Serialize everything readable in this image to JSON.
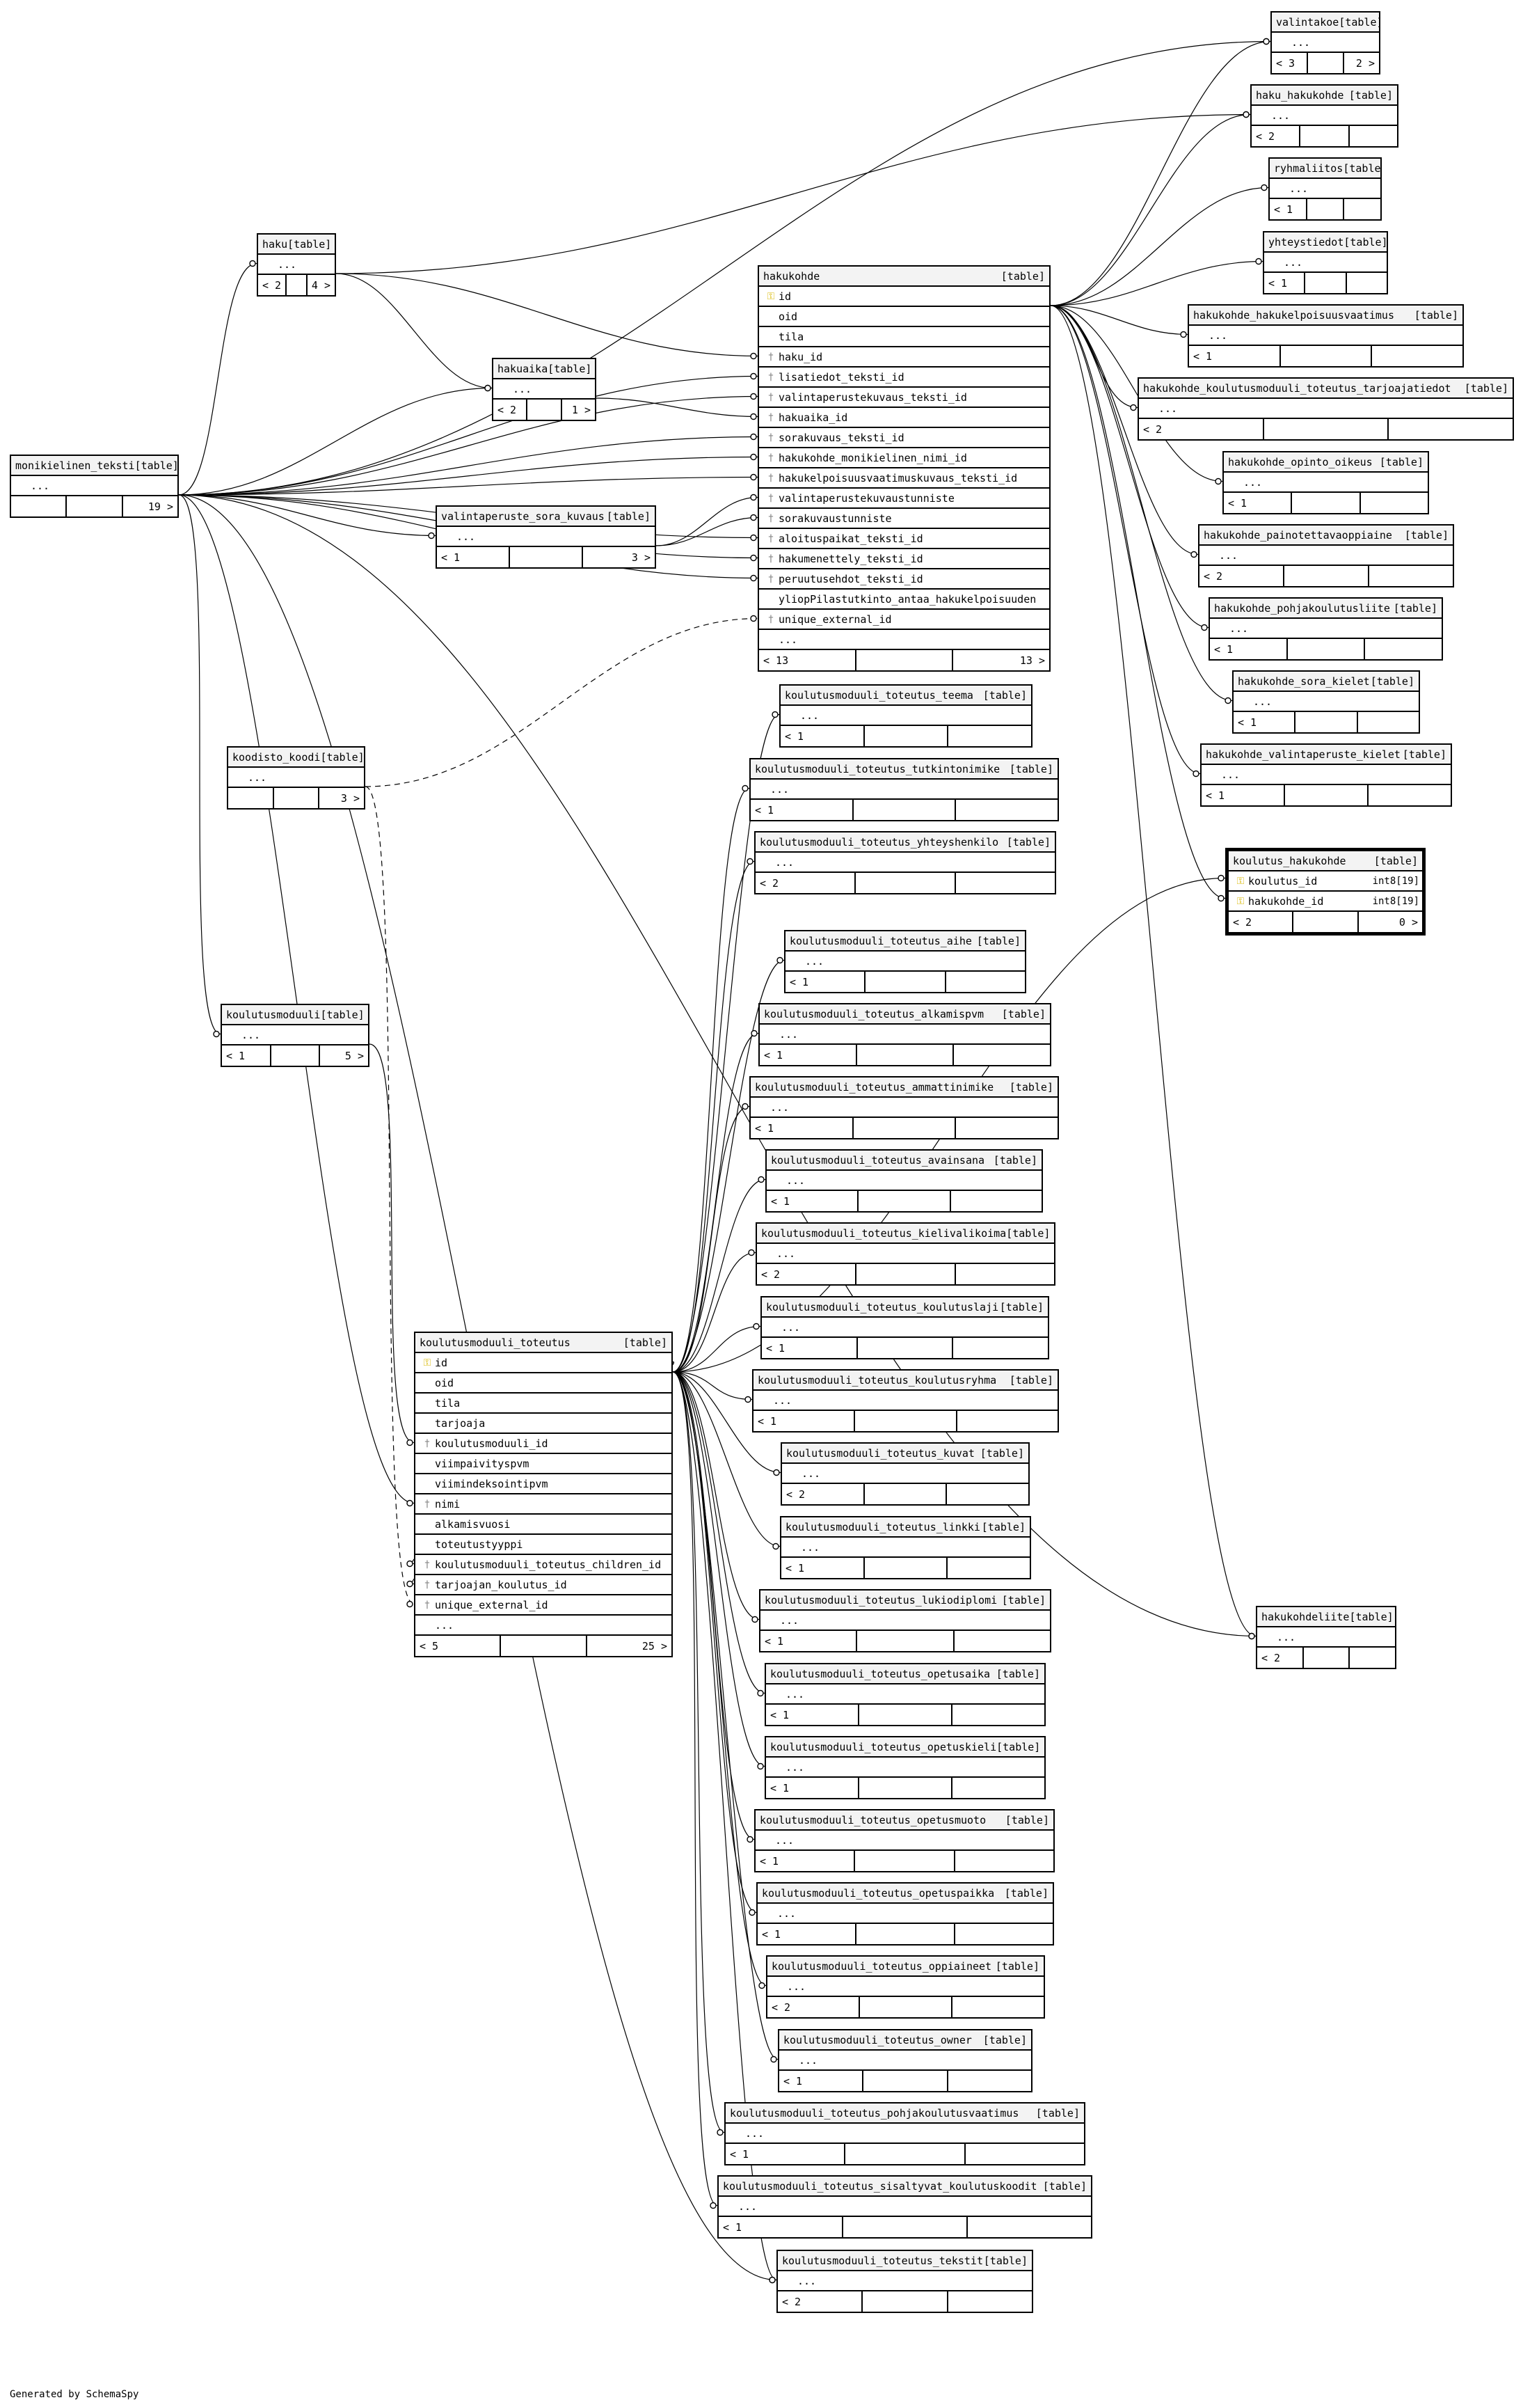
{
  "footer_note": "Generated by SchemaSpy",
  "tables": [
    {
      "id": "valintakoe",
      "name": "valintakoe",
      "tag": "[table]",
      "columns": [
        {
          "name": "...",
          "key": ""
        }
      ],
      "parents": "< 3",
      "children": "2 >"
    },
    {
      "id": "haku_hakukohde",
      "name": "haku_hakukohde",
      "tag": "[table]",
      "columns": [
        {
          "name": "...",
          "key": ""
        }
      ],
      "parents": "< 2",
      "children": ""
    },
    {
      "id": "ryhmaliitos",
      "name": "ryhmaliitos",
      "tag": "[table]",
      "columns": [
        {
          "name": "...",
          "key": ""
        }
      ],
      "parents": "< 1",
      "children": ""
    },
    {
      "id": "yhteystiedot",
      "name": "yhteystiedot",
      "tag": "[table]",
      "columns": [
        {
          "name": "...",
          "key": ""
        }
      ],
      "parents": "< 1",
      "children": ""
    },
    {
      "id": "hk_kelpoisuus",
      "name": "hakukohde_hakukelpoisuusvaatimus",
      "tag": "[table]",
      "columns": [
        {
          "name": "...",
          "key": ""
        }
      ],
      "parents": "< 1",
      "children": ""
    },
    {
      "id": "hk_tarjoaja",
      "name": "hakukohde_koulutusmoduuli_toteutus_tarjoajatiedot",
      "tag": "[table]",
      "columns": [
        {
          "name": "...",
          "key": ""
        }
      ],
      "parents": "< 2",
      "children": ""
    },
    {
      "id": "hk_opinto",
      "name": "hakukohde_opinto_oikeus",
      "tag": "[table]",
      "columns": [
        {
          "name": "...",
          "key": ""
        }
      ],
      "parents": "< 1",
      "children": ""
    },
    {
      "id": "hk_painotettava",
      "name": "hakukohde_painotettavaoppiaine",
      "tag": "[table]",
      "columns": [
        {
          "name": "...",
          "key": ""
        }
      ],
      "parents": "< 2",
      "children": ""
    },
    {
      "id": "hk_pohja",
      "name": "hakukohde_pohjakoulutusliite",
      "tag": "[table]",
      "columns": [
        {
          "name": "...",
          "key": ""
        }
      ],
      "parents": "< 1",
      "children": ""
    },
    {
      "id": "hk_sora",
      "name": "hakukohde_sora_kielet",
      "tag": "[table]",
      "columns": [
        {
          "name": "...",
          "key": ""
        }
      ],
      "parents": "< 1",
      "children": ""
    },
    {
      "id": "hk_valinta",
      "name": "hakukohde_valintaperuste_kielet",
      "tag": "[table]",
      "columns": [
        {
          "name": "...",
          "key": ""
        }
      ],
      "parents": "< 1",
      "children": ""
    },
    {
      "id": "koulutus_hakukohde",
      "name": "koulutus_hakukohde",
      "tag": "[table]",
      "focus": true,
      "columns": [
        {
          "name": "koulutus_id",
          "key": "pk",
          "type": "int8[19]"
        },
        {
          "name": "hakukohde_id",
          "key": "pk",
          "type": "int8[19]"
        }
      ],
      "parents": "< 2",
      "children": "0 >"
    },
    {
      "id": "hakukohdeliite",
      "name": "hakukohdeliite",
      "tag": "[table]",
      "columns": [
        {
          "name": "...",
          "key": ""
        }
      ],
      "parents": "< 2",
      "children": ""
    },
    {
      "id": "haku",
      "name": "haku",
      "tag": "[table]",
      "columns": [
        {
          "name": "...",
          "key": ""
        }
      ],
      "parents": "< 2",
      "children": "4 >"
    },
    {
      "id": "hakuaika",
      "name": "hakuaika",
      "tag": "[table]",
      "columns": [
        {
          "name": "...",
          "key": ""
        }
      ],
      "parents": "< 2",
      "children": "1 >"
    },
    {
      "id": "monikielinen",
      "name": "monikielinen_teksti",
      "tag": "[table]",
      "columns": [
        {
          "name": "...",
          "key": ""
        }
      ],
      "parents": "",
      "children": "19 >"
    },
    {
      "id": "sora_kuvaus",
      "name": "valintaperuste_sora_kuvaus",
      "tag": "[table]",
      "columns": [
        {
          "name": "...",
          "key": ""
        }
      ],
      "parents": "< 1",
      "children": "3 >"
    },
    {
      "id": "hakukohde",
      "name": "hakukohde",
      "tag": "[table]",
      "columns": [
        {
          "name": "id",
          "key": "pk"
        },
        {
          "name": "oid",
          "key": ""
        },
        {
          "name": "tila",
          "key": ""
        },
        {
          "name": "haku_id",
          "key": "fk"
        },
        {
          "name": "lisatiedot_teksti_id",
          "key": "fk"
        },
        {
          "name": "valintaperustekuvaus_teksti_id",
          "key": "fk"
        },
        {
          "name": "hakuaika_id",
          "key": "fk"
        },
        {
          "name": "sorakuvaus_teksti_id",
          "key": "fk"
        },
        {
          "name": "hakukohde_monikielinen_nimi_id",
          "key": "fk"
        },
        {
          "name": "hakukelpoisuusvaatimuskuvaus_teksti_id",
          "key": "fk"
        },
        {
          "name": "valintaperustekuvaustunniste",
          "key": "fk"
        },
        {
          "name": "sorakuvaustunniste",
          "key": "fk"
        },
        {
          "name": "aloituspaikat_teksti_id",
          "key": "fk"
        },
        {
          "name": "hakumenettely_teksti_id",
          "key": "fk"
        },
        {
          "name": "peruutusehdot_teksti_id",
          "key": "fk"
        },
        {
          "name": "yliopPilastutkinto_antaa_hakukelpoisuuden",
          "key": ""
        },
        {
          "name": "unique_external_id",
          "key": "fk"
        },
        {
          "name": "...",
          "key": ""
        }
      ],
      "parents": "< 13",
      "children": "13 >"
    },
    {
      "id": "koodisto",
      "name": "koodisto_koodi",
      "tag": "[table]",
      "columns": [
        {
          "name": "...",
          "key": ""
        }
      ],
      "parents": "",
      "children": "3 >"
    },
    {
      "id": "koulutusmoduuli",
      "name": "koulutusmoduuli",
      "tag": "[table]",
      "columns": [
        {
          "name": "...",
          "key": ""
        }
      ],
      "parents": "< 1",
      "children": "5 >"
    },
    {
      "id": "kmt",
      "name": "koulutusmoduuli_toteutus",
      "tag": "[table]",
      "columns": [
        {
          "name": "id",
          "key": "pk"
        },
        {
          "name": "oid",
          "key": ""
        },
        {
          "name": "tila",
          "key": ""
        },
        {
          "name": "tarjoaja",
          "key": ""
        },
        {
          "name": "koulutusmoduuli_id",
          "key": "fk"
        },
        {
          "name": "viimpaivityspvm",
          "key": ""
        },
        {
          "name": "viimindeksointipvm",
          "key": ""
        },
        {
          "name": "nimi",
          "key": "fk"
        },
        {
          "name": "alkamisvuosi",
          "key": ""
        },
        {
          "name": "toteutustyyppi",
          "key": ""
        },
        {
          "name": "koulutusmoduuli_toteutus_children_id",
          "key": "fk"
        },
        {
          "name": "tarjoajan_koulutus_id",
          "key": "fk"
        },
        {
          "name": "unique_external_id",
          "key": "fk"
        },
        {
          "name": "...",
          "key": ""
        }
      ],
      "parents": "< 5",
      "children": "25 >"
    },
    {
      "id": "t_teema",
      "name": "koulutusmoduuli_toteutus_teema",
      "tag": "[table]",
      "columns": [
        {
          "name": "...",
          "key": ""
        }
      ],
      "parents": "< 1",
      "children": ""
    },
    {
      "id": "t_tutkinto",
      "name": "koulutusmoduuli_toteutus_tutkintonimike",
      "tag": "[table]",
      "columns": [
        {
          "name": "...",
          "key": ""
        }
      ],
      "parents": "< 1",
      "children": ""
    },
    {
      "id": "t_yhteys",
      "name": "koulutusmoduuli_toteutus_yhteyshenkilo",
      "tag": "[table]",
      "columns": [
        {
          "name": "...",
          "key": ""
        }
      ],
      "parents": "< 2",
      "children": ""
    },
    {
      "id": "t_aihe",
      "name": "koulutusmoduuli_toteutus_aihe",
      "tag": "[table]",
      "columns": [
        {
          "name": "...",
          "key": ""
        }
      ],
      "parents": "< 1",
      "children": ""
    },
    {
      "id": "t_alkamis",
      "name": "koulutusmoduuli_toteutus_alkamispvm",
      "tag": "[table]",
      "columns": [
        {
          "name": "...",
          "key": ""
        }
      ],
      "parents": "< 1",
      "children": ""
    },
    {
      "id": "t_ammatti",
      "name": "koulutusmoduuli_toteutus_ammattinimike",
      "tag": "[table]",
      "columns": [
        {
          "name": "...",
          "key": ""
        }
      ],
      "parents": "< 1",
      "children": ""
    },
    {
      "id": "t_avainsana",
      "name": "koulutusmoduuli_toteutus_avainsana",
      "tag": "[table]",
      "columns": [
        {
          "name": "...",
          "key": ""
        }
      ],
      "parents": "< 1",
      "children": ""
    },
    {
      "id": "t_kieli",
      "name": "koulutusmoduuli_toteutus_kielivalikoima",
      "tag": "[table]",
      "columns": [
        {
          "name": "...",
          "key": ""
        }
      ],
      "parents": "< 2",
      "children": ""
    },
    {
      "id": "t_laji",
      "name": "koulutusmoduuli_toteutus_koulutuslaji",
      "tag": "[table]",
      "columns": [
        {
          "name": "...",
          "key": ""
        }
      ],
      "parents": "< 1",
      "children": ""
    },
    {
      "id": "t_ryhma",
      "name": "koulutusmoduuli_toteutus_koulutusryhma",
      "tag": "[table]",
      "columns": [
        {
          "name": "...",
          "key": ""
        }
      ],
      "parents": "< 1",
      "children": ""
    },
    {
      "id": "t_kuvat",
      "name": "koulutusmoduuli_toteutus_kuvat",
      "tag": "[table]",
      "columns": [
        {
          "name": "...",
          "key": ""
        }
      ],
      "parents": "< 2",
      "children": ""
    },
    {
      "id": "t_linkki",
      "name": "koulutusmoduuli_toteutus_linkki",
      "tag": "[table]",
      "columns": [
        {
          "name": "...",
          "key": ""
        }
      ],
      "parents": "< 1",
      "children": ""
    },
    {
      "id": "t_lukio",
      "name": "koulutusmoduuli_toteutus_lukiodiplomi",
      "tag": "[table]",
      "columns": [
        {
          "name": "...",
          "key": ""
        }
      ],
      "parents": "< 1",
      "children": ""
    },
    {
      "id": "t_opetusaika",
      "name": "koulutusmoduuli_toteutus_opetusaika",
      "tag": "[table]",
      "columns": [
        {
          "name": "...",
          "key": ""
        }
      ],
      "parents": "< 1",
      "children": ""
    },
    {
      "id": "t_opetuskieli",
      "name": "koulutusmoduuli_toteutus_opetuskieli",
      "tag": "[table]",
      "columns": [
        {
          "name": "...",
          "key": ""
        }
      ],
      "parents": "< 1",
      "children": ""
    },
    {
      "id": "t_opetusmuoto",
      "name": "koulutusmoduuli_toteutus_opetusmuoto",
      "tag": "[table]",
      "columns": [
        {
          "name": "...",
          "key": ""
        }
      ],
      "parents": "< 1",
      "children": ""
    },
    {
      "id": "t_opetuspaikka",
      "name": "koulutusmoduuli_toteutus_opetuspaikka",
      "tag": "[table]",
      "columns": [
        {
          "name": "...",
          "key": ""
        }
      ],
      "parents": "< 1",
      "children": ""
    },
    {
      "id": "t_oppiaineet",
      "name": "koulutusmoduuli_toteutus_oppiaineet",
      "tag": "[table]",
      "columns": [
        {
          "name": "...",
          "key": ""
        }
      ],
      "parents": "< 2",
      "children": ""
    },
    {
      "id": "t_owner",
      "name": "koulutusmoduuli_toteutus_owner",
      "tag": "[table]",
      "columns": [
        {
          "name": "...",
          "key": ""
        }
      ],
      "parents": "< 1",
      "children": ""
    },
    {
      "id": "t_pohja",
      "name": "koulutusmoduuli_toteutus_pohjakoulutusvaatimus",
      "tag": "[table]",
      "columns": [
        {
          "name": "...",
          "key": ""
        }
      ],
      "parents": "< 1",
      "children": ""
    },
    {
      "id": "t_sisaltyvat",
      "name": "koulutusmoduuli_toteutus_sisaltyvat_koulutuskoodit",
      "tag": "[table]",
      "columns": [
        {
          "name": "...",
          "key": ""
        }
      ],
      "parents": "< 1",
      "children": ""
    },
    {
      "id": "t_tekstit",
      "name": "koulutusmoduuli_toteutus_tekstit",
      "tag": "[table]",
      "columns": [
        {
          "name": "...",
          "key": ""
        }
      ],
      "parents": "< 2",
      "children": ""
    }
  ],
  "relationships": [
    {
      "from": "hakukohde",
      "to": "valintakoe"
    },
    {
      "from": "hakukohde",
      "to": "haku_hakukohde"
    },
    {
      "from": "hakukohde",
      "to": "ryhmaliitos"
    },
    {
      "from": "hakukohde",
      "to": "yhteystiedot"
    },
    {
      "from": "hakukohde",
      "to": "hk_kelpoisuus"
    },
    {
      "from": "hakukohde",
      "to": "hk_tarjoaja"
    },
    {
      "from": "hakukohde",
      "to": "hk_opinto"
    },
    {
      "from": "hakukohde",
      "to": "hk_painotettava"
    },
    {
      "from": "hakukohde",
      "to": "hk_pohja"
    },
    {
      "from": "hakukohde",
      "to": "hk_sora"
    },
    {
      "from": "hakukohde",
      "to": "hk_valinta"
    },
    {
      "from": "hakukohde",
      "to": "koulutus_hakukohde",
      "row": 1
    },
    {
      "from": "hakukohde",
      "to": "hakukohdeliite"
    },
    {
      "from": "kmt",
      "to": "koulutus_hakukohde",
      "row": 0
    },
    {
      "from": "haku",
      "to": "haku_hakukohde"
    },
    {
      "from": "haku",
      "to": "hakuaika"
    },
    {
      "from": "haku",
      "to": "hakukohde",
      "row": 3
    },
    {
      "from": "hakuaika",
      "to": "hakukohde",
      "row": 6
    },
    {
      "from": "monikielinen",
      "to": "valintakoe"
    },
    {
      "from": "monikielinen",
      "to": "haku"
    },
    {
      "from": "monikielinen",
      "to": "hakuaika"
    },
    {
      "from": "monikielinen",
      "to": "sora_kuvaus"
    },
    {
      "from": "monikielinen",
      "to": "hakukohde",
      "row": 4
    },
    {
      "from": "monikielinen",
      "to": "hakukohde",
      "row": 5
    },
    {
      "from": "monikielinen",
      "to": "hakukohde",
      "row": 7
    },
    {
      "from": "monikielinen",
      "to": "hakukohde",
      "row": 8
    },
    {
      "from": "monikielinen",
      "to": "hakukohde",
      "row": 9
    },
    {
      "from": "monikielinen",
      "to": "hakukohde",
      "row": 12
    },
    {
      "from": "monikielinen",
      "to": "hakukohde",
      "row": 13
    },
    {
      "from": "monikielinen",
      "to": "hakukohde",
      "row": 14
    },
    {
      "from": "monikielinen",
      "to": "koulutusmoduuli"
    },
    {
      "from": "monikielinen",
      "to": "hakukohdeliite"
    },
    {
      "from": "monikielinen",
      "to": "t_tekstit"
    },
    {
      "from": "sora_kuvaus",
      "to": "hakukohde",
      "row": 10
    },
    {
      "from": "sora_kuvaus",
      "to": "hakukohde",
      "row": 11
    },
    {
      "from": "koodisto",
      "to": "hakukohde",
      "row": 16,
      "dashed": true
    },
    {
      "from": "koodisto",
      "to": "kmt",
      "row": 12,
      "dashed": true
    },
    {
      "from": "koulutusmoduuli",
      "to": "kmt",
      "row": 4
    },
    {
      "from": "monikielinen",
      "to": "kmt",
      "row": 7
    },
    {
      "from": "kmt",
      "to": "t_teema"
    },
    {
      "from": "kmt",
      "to": "t_tutkinto"
    },
    {
      "from": "kmt",
      "to": "t_yhteys"
    },
    {
      "from": "kmt",
      "to": "t_aihe"
    },
    {
      "from": "kmt",
      "to": "t_alkamis"
    },
    {
      "from": "kmt",
      "to": "t_ammatti"
    },
    {
      "from": "kmt",
      "to": "t_avainsana"
    },
    {
      "from": "kmt",
      "to": "t_kieli"
    },
    {
      "from": "kmt",
      "to": "t_laji"
    },
    {
      "from": "kmt",
      "to": "t_ryhma"
    },
    {
      "from": "kmt",
      "to": "t_kuvat"
    },
    {
      "from": "kmt",
      "to": "t_linkki"
    },
    {
      "from": "kmt",
      "to": "t_lukio"
    },
    {
      "from": "kmt",
      "to": "t_opetusaika"
    },
    {
      "from": "kmt",
      "to": "t_opetuskieli"
    },
    {
      "from": "kmt",
      "to": "t_opetusmuoto"
    },
    {
      "from": "kmt",
      "to": "t_opetuspaikka"
    },
    {
      "from": "kmt",
      "to": "t_oppiaineet"
    },
    {
      "from": "kmt",
      "to": "t_owner"
    },
    {
      "from": "kmt",
      "to": "t_pohja"
    },
    {
      "from": "kmt",
      "to": "t_sisaltyvat"
    },
    {
      "from": "kmt",
      "to": "t_tekstit"
    },
    {
      "from": "kmt",
      "to": "kmt",
      "row": 10
    },
    {
      "from": "kmt",
      "to": "kmt",
      "row": 11
    }
  ]
}
